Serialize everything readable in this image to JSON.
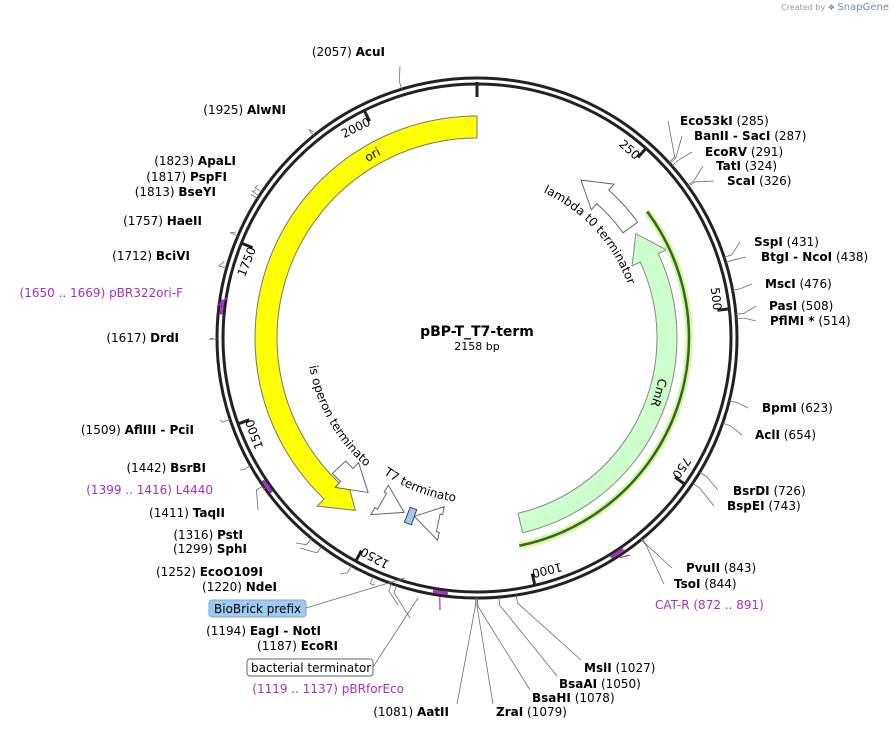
{
  "brand": {
    "created_by": "Created by",
    "app": "SnapGene"
  },
  "plasmid": {
    "name": "pBP-T_T7-term",
    "length_label": "2158 bp",
    "length": 2158
  },
  "ticks": [
    "250",
    "500",
    "750",
    "1000",
    "1250",
    "1500",
    "1750",
    "2000"
  ],
  "enzymes": [
    {
      "name": "AcuI",
      "pos": "(2057)"
    },
    {
      "name": "AlwNI",
      "pos": "(1925)"
    },
    {
      "name": "ApaLI",
      "pos": "(1823)"
    },
    {
      "name": "PspFI",
      "pos": "(1817)"
    },
    {
      "name": "BseYI",
      "pos": "(1813)"
    },
    {
      "name": "HaeII",
      "pos": "(1757)"
    },
    {
      "name": "BciVI",
      "pos": "(1712)"
    },
    {
      "name": "DrdI",
      "pos": "(1617)"
    },
    {
      "name": "AflIII  - PciI",
      "pos": "(1509)"
    },
    {
      "name": "BsrBI",
      "pos": "(1442)"
    },
    {
      "name": "TaqII",
      "pos": "(1411)"
    },
    {
      "name": "PstI",
      "pos": "(1316)"
    },
    {
      "name": "SphI",
      "pos": "(1299)"
    },
    {
      "name": "EcoO109I",
      "pos": "(1252)"
    },
    {
      "name": "NdeI",
      "pos": "(1220)"
    },
    {
      "name": "EagI  - NotI",
      "pos": "(1194)"
    },
    {
      "name": "EcoRI",
      "pos": "(1187)"
    },
    {
      "name": "AatII",
      "pos": "(1081)"
    },
    {
      "name": "ZraI",
      "pos": "(1079)"
    },
    {
      "name": "BsaHI",
      "pos": "(1078)"
    },
    {
      "name": "BsaAI",
      "pos": "(1050)"
    },
    {
      "name": "MslI",
      "pos": "(1027)"
    },
    {
      "name": "TsoI",
      "pos": "(844)"
    },
    {
      "name": "PvuII",
      "pos": "(843)"
    },
    {
      "name": "BspEI",
      "pos": "(743)"
    },
    {
      "name": "BsrDI",
      "pos": "(726)"
    },
    {
      "name": "AclI",
      "pos": "(654)"
    },
    {
      "name": "BpmI",
      "pos": "(623)"
    },
    {
      "name": "PflMI *",
      "pos": "(514)"
    },
    {
      "name": "PasI",
      "pos": "(508)"
    },
    {
      "name": "MscI",
      "pos": "(476)"
    },
    {
      "name": "BtgI  - NcoI",
      "pos": "(438)"
    },
    {
      "name": "SspI",
      "pos": "(431)"
    },
    {
      "name": "ScaI",
      "pos": "(326)"
    },
    {
      "name": "TatI",
      "pos": "(324)"
    },
    {
      "name": "EcoRV",
      "pos": "(291)"
    },
    {
      "name": "BanII  - SacI",
      "pos": "(287)"
    },
    {
      "name": "Eco53kI",
      "pos": "(285)"
    }
  ],
  "primers": [
    {
      "name": "pBR322ori-F",
      "range": "(1650 .. 1669)"
    },
    {
      "name": "L4440",
      "range": "(1399 .. 1416)"
    },
    {
      "name": "pBRforEco",
      "range": "(1119 .. 1137)"
    },
    {
      "name": "CAT-R",
      "range": "(872 .. 891)"
    }
  ],
  "features": [
    {
      "name": "ori",
      "color": "#ffff00"
    },
    {
      "name": "CmR",
      "color": "#ccffcc"
    },
    {
      "name": "lambda t0 terminator",
      "color": "#ffffff"
    },
    {
      "name": "his operon terminator",
      "color": "#ffffff"
    },
    {
      "name": "T7 terminator",
      "color": "#ffffff"
    }
  ],
  "boxed_labels": [
    {
      "name": "BioBrick prefix",
      "color": "#9ecbf2"
    },
    {
      "name": "bacterial terminator",
      "color": "#ffffff"
    }
  ],
  "orf_color": "#2e6b1e"
}
